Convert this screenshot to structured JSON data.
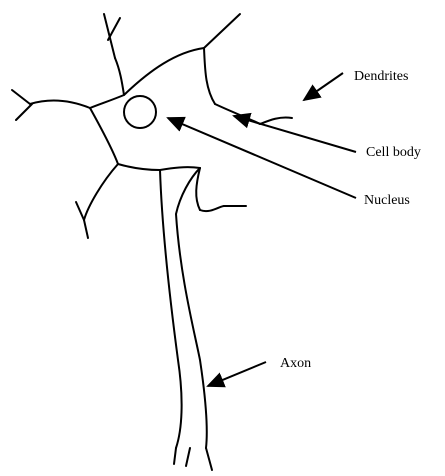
{
  "diagram": {
    "labels": {
      "dendrites": "Dendrites",
      "cell_body": "Cell body",
      "nucleus": "Nucleus",
      "axon": "Axon"
    },
    "colors": {
      "stroke": "#000000",
      "background": "#ffffff"
    }
  }
}
